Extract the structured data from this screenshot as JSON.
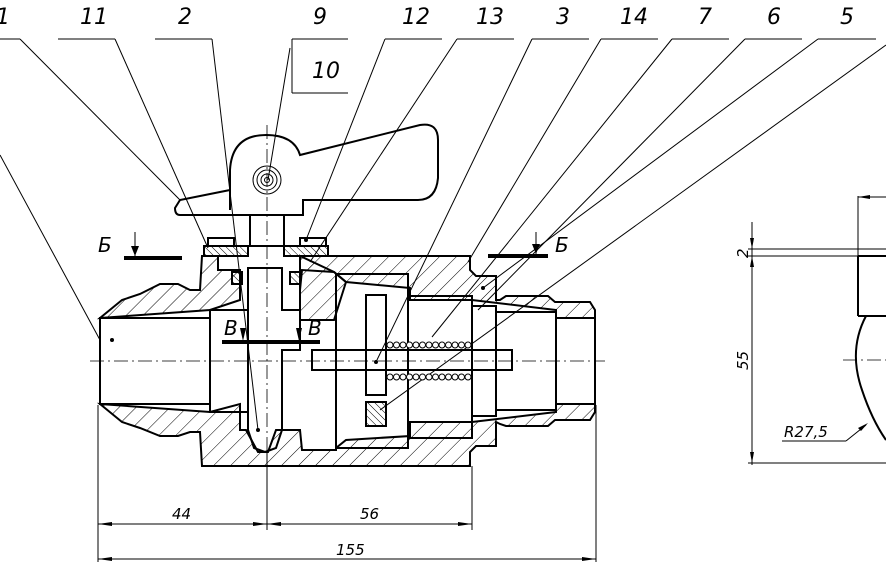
{
  "drawing": {
    "type": "ball valve assembly section drawing",
    "callouts": [
      {
        "id": "label-1",
        "text": "1"
      },
      {
        "id": "label-11",
        "text": "11"
      },
      {
        "id": "label-2",
        "text": "2"
      },
      {
        "id": "label-9",
        "text": "9"
      },
      {
        "id": "label-10",
        "text": "10"
      },
      {
        "id": "label-12",
        "text": "12"
      },
      {
        "id": "label-13",
        "text": "13"
      },
      {
        "id": "label-3",
        "text": "3"
      },
      {
        "id": "label-14",
        "text": "14"
      },
      {
        "id": "label-7",
        "text": "7"
      },
      {
        "id": "label-6",
        "text": "6"
      },
      {
        "id": "label-5",
        "text": "5"
      }
    ],
    "section_marks": {
      "b_left": "Б",
      "b_right": "Б",
      "v_left": "В",
      "v_right": "В"
    },
    "dimensions": {
      "d44": "44",
      "d56": "56",
      "d155": "155",
      "d55": "55",
      "d2": "2",
      "r27_5": "R27,5"
    }
  }
}
